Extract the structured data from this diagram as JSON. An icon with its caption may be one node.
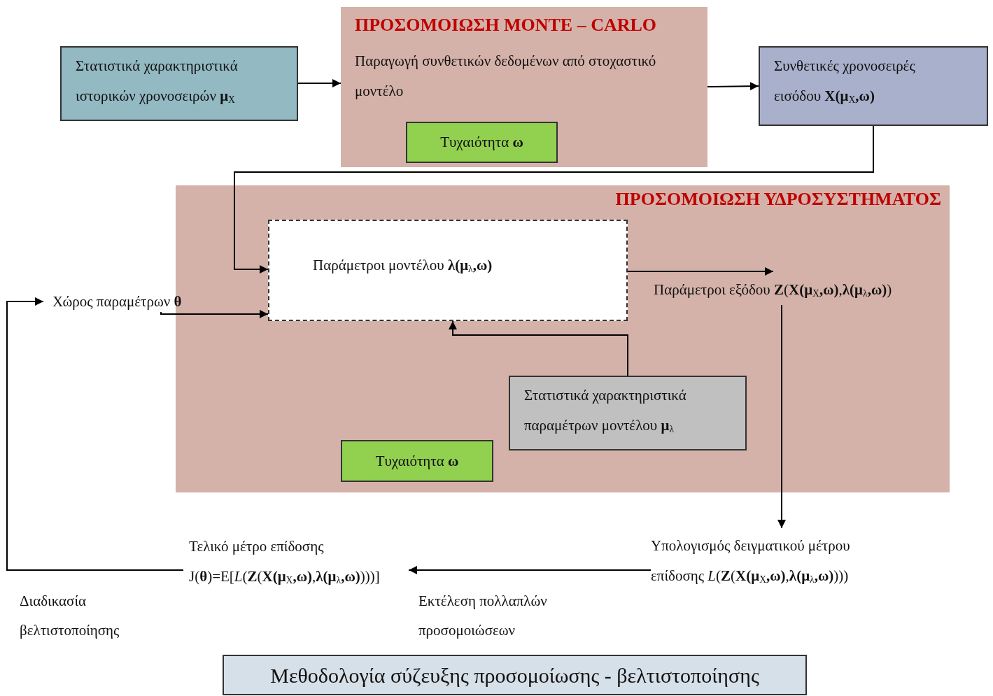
{
  "diagram": {
    "nodes": [
      {
        "text": [
          "ΠΡΟΣΟΜΟΙΩΣΗ MONTE – CARLO",
          "Παραγωγή συνθετικών δεδομένων από στοχαστικό μοντέλο"
        ]
      },
      {
        "text": [
          "Τυχαιότητα **ω**"
        ],
        "in": 0
      },
      {
        "text": [
          "Στατιστικά χαρακτηριστικά ιστορικών χρονοσειρών **μ**$_{X}$"
        ]
      },
      {
        "text": [
          "Συνθετικές χρονοσειρές εισόδου  **X(μ**$_{X}$**,ω)**"
        ]
      },
      {
        "text": [
          "ΠΡΟΣΟΜΟΙΩΣΗ ΥΔΡΟΣΥΣΤΗΜΑΤΟΣ"
        ]
      },
      {
        "text": [
          "Παράμετροι μοντέλου **λ(μ**$_{λ}$**,ω)**"
        ],
        "in": 4
      },
      {
        "text": [
          "Χώρος παραμέτρων **θ**"
        ]
      },
      {
        "text": [
          "Παράμετροι εξόδου **Z**(**X(μ**$_{X}$**,ω)**,**λ(μ**$_{λ}$**,ω)**)"
        ],
        "in": 4
      },
      {
        "text": [
          "Στατιστικά χαρακτηριστικά παραμέτρων μοντέλου **μ**$_{λ}$"
        ],
        "in": 4
      },
      {
        "text": [
          "Τυχαιότητα **ω**"
        ],
        "in": 4
      },
      {
        "text": [
          "Υπολογισμός δειγματικού μέτρου επίδοσης *L*(**Z**(**X(μ**$_{X}$**,ω)**,**λ(μ**$_{λ}$**,ω)**)))"
        ]
      },
      {
        "text": [
          "Τελικό μέτρο επίδοσης",
          "J(**θ**)=E[*L*(**Z**(**X(μ**$_{X}$**,ω)**,**λ(μ**$_{λ}$**,ω)**)))]"
        ]
      },
      {
        "text": [
          "Μεθοδολογία σύζευξης προσομοίωσης - βελτιστοποίησης"
        ]
      }
    ],
    "edges": [
      {
        "from": 2,
        "to": 0,
        "arrow": "to"
      },
      {
        "from": 0,
        "to": 3,
        "arrow": "to"
      },
      {
        "from": 3,
        "to": 5,
        "arrow": "to"
      },
      {
        "from": 6,
        "to": 5,
        "arrow": "to"
      },
      {
        "from": 5,
        "to": 7,
        "arrow": "to"
      },
      {
        "from": 8,
        "to": 5,
        "arrow": "to"
      },
      {
        "from": 7,
        "to": 10,
        "arrow": "to"
      },
      {
        "from": 10,
        "to": 11,
        "arrow": "to"
      },
      {
        "from": 11,
        "to": 6,
        "arrow": "to"
      }
    ],
    "labels": [
      "Διαδικασία βελτιστοποίησης",
      "Εκτέλεση πολλαπλών προσομοιώσεων"
    ]
  }
}
